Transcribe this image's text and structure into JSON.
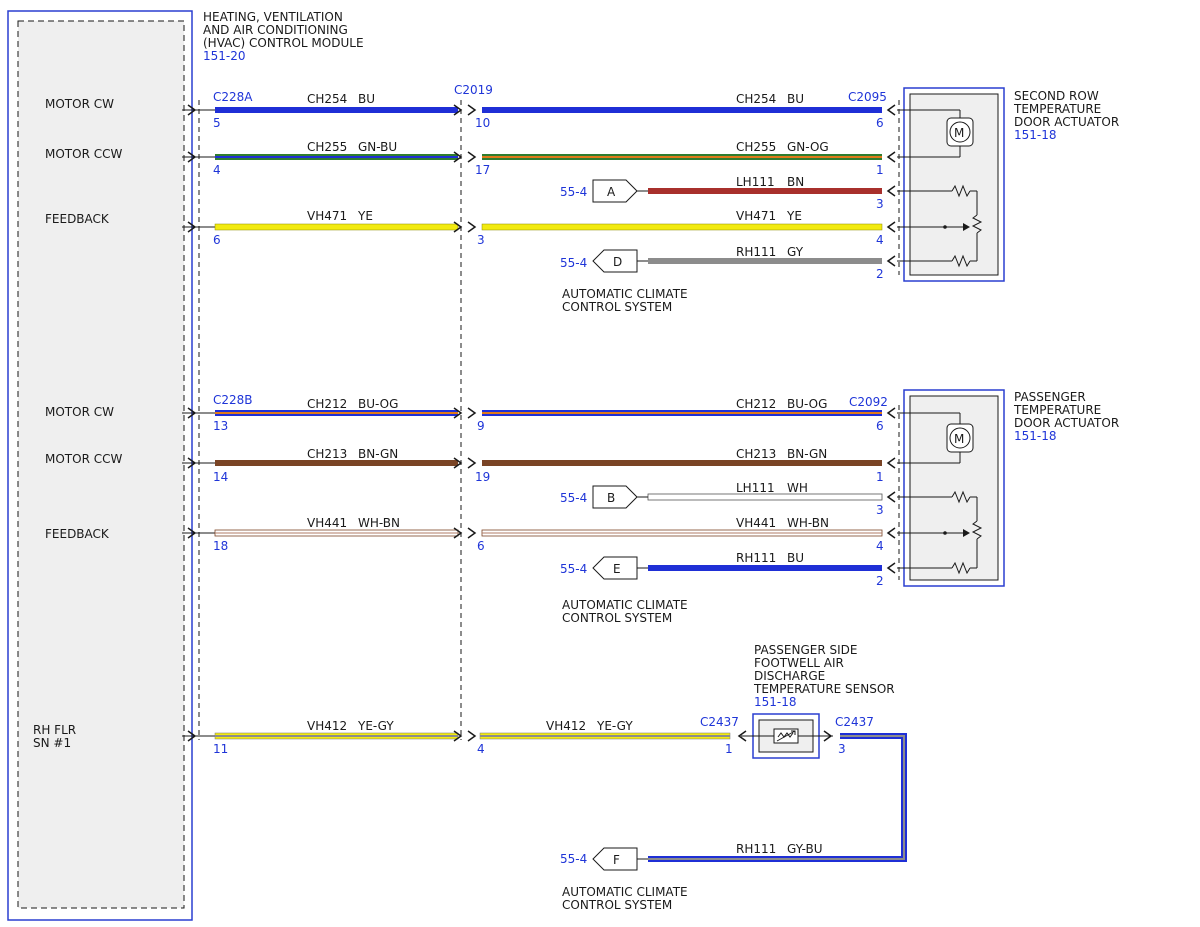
{
  "module": {
    "title_lines": [
      "HEATING, VENTILATION",
      "AND AIR CONDITIONING",
      "(HVAC) CONTROL MODULE"
    ],
    "ref": "151-20",
    "pin_labels": [
      "MOTOR CW",
      "MOTOR CCW",
      "FEEDBACK",
      "MOTOR CW",
      "MOTOR CCW",
      "FEEDBACK",
      "RH FLR",
      "SN #1"
    ]
  },
  "connectors": {
    "c228a": "C228A",
    "c228b": "C228B",
    "c2019": "C2019",
    "c2095": "C2095",
    "c2092": "C2092",
    "c2437_left": "C2437",
    "c2437_right": "C2437"
  },
  "wires": [
    {
      "circuit": "CH254",
      "color_code": "BU",
      "pin_left": "5",
      "pin_mid": "10"
    },
    {
      "circuit": "CH255",
      "color_code": "GN-BU",
      "pin_left": "4",
      "pin_mid": "17"
    },
    {
      "circuit": "VH471",
      "color_code": "YE",
      "pin_left": "6",
      "pin_mid": "3"
    },
    {
      "circuit": "CH212",
      "color_code": "BU-OG",
      "pin_left": "13",
      "pin_mid": "9"
    },
    {
      "circuit": "CH213",
      "color_code": "BN-GN",
      "pin_left": "14",
      "pin_mid": "19"
    },
    {
      "circuit": "VH441",
      "color_code": "WH-BN",
      "pin_left": "18",
      "pin_mid": "6"
    },
    {
      "circuit": "VH412",
      "color_code": "YE-GY",
      "pin_left": "11",
      "pin_mid": "4"
    }
  ],
  "right_wires": [
    {
      "circuit": "CH254",
      "color_code": "BU",
      "pin": "6"
    },
    {
      "circuit": "CH255",
      "color_code": "GN-OG",
      "pin": "1"
    },
    {
      "circuit": "LH111",
      "color_code": "BN",
      "pin": "3"
    },
    {
      "circuit": "VH471",
      "color_code": "YE",
      "pin": "4"
    },
    {
      "circuit": "RH111",
      "color_code": "GY",
      "pin": "2"
    },
    {
      "circuit": "CH212",
      "color_code": "BU-OG",
      "pin": "6"
    },
    {
      "circuit": "CH213",
      "color_code": "BN-GN",
      "pin": "1"
    },
    {
      "circuit": "LH111",
      "color_code": "WH",
      "pin": "3"
    },
    {
      "circuit": "VH441",
      "color_code": "WH-BN",
      "pin": "4"
    },
    {
      "circuit": "RH111",
      "color_code": "BU",
      "pin": "2"
    },
    {
      "circuit": "VH412",
      "color_code": "YE-GY",
      "pin": "1"
    },
    {
      "circuit": "RH111",
      "color_code": "GY-BU",
      "pin": "3"
    }
  ],
  "references": [
    {
      "page": "55-4",
      "letter": "A"
    },
    {
      "page": "55-4",
      "letter": "D"
    },
    {
      "page": "55-4",
      "letter": "B"
    },
    {
      "page": "55-4",
      "letter": "E"
    },
    {
      "page": "55-4",
      "letter": "F"
    }
  ],
  "system_note_lines": [
    "AUTOMATIC CLIMATE",
    "CONTROL SYSTEM"
  ],
  "actuator_second_row": {
    "title_lines": [
      "SECOND ROW",
      "TEMPERATURE",
      "DOOR ACTUATOR"
    ],
    "ref": "151-18"
  },
  "actuator_passenger": {
    "title_lines": [
      "PASSENGER",
      "TEMPERATURE",
      "DOOR ACTUATOR"
    ],
    "ref": "151-18"
  },
  "sensor": {
    "title_lines": [
      "PASSENGER SIDE",
      "FOOTWELL AIR",
      "DISCHARGE",
      "TEMPERATURE SENSOR"
    ],
    "ref": "151-18"
  },
  "colors": {
    "BU": "#1f2fd6",
    "GN": "#2f7d2f",
    "YE": "#f2ea10",
    "BN": "#7a4425",
    "RD_BN": "#a8302c",
    "GY": "#8c8c8c",
    "OG": "#e07a1a",
    "WH": "#ffffff",
    "frame_blue": "#2a3fd0"
  }
}
